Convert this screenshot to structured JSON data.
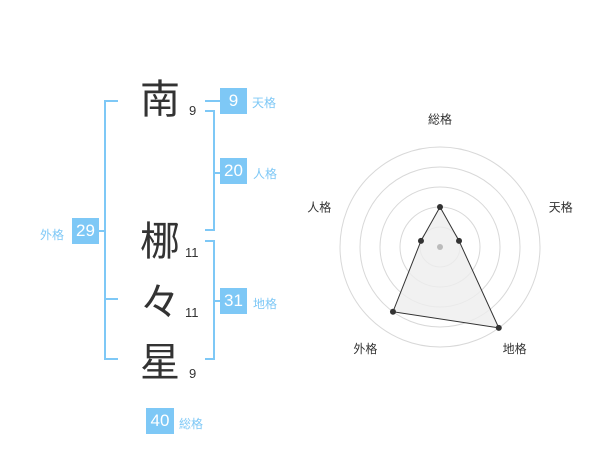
{
  "name": {
    "chars": [
      {
        "char": "南",
        "strokes": "9"
      },
      {
        "char": "梛",
        "strokes": "11"
      },
      {
        "char": "々",
        "strokes": "11"
      },
      {
        "char": "星",
        "strokes": "9"
      }
    ]
  },
  "fortune": {
    "tenkaku": {
      "value": "9",
      "label": "天格"
    },
    "jinkaku": {
      "value": "20",
      "label": "人格"
    },
    "chikaku": {
      "value": "31",
      "label": "地格"
    },
    "gaikaku": {
      "value": "29",
      "label": "外格"
    },
    "soukaku": {
      "value": "40",
      "label": "総格"
    }
  },
  "radar": {
    "axes": [
      "総格",
      "天格",
      "地格",
      "外格",
      "人格"
    ],
    "levels": 5,
    "values": [
      2,
      1,
      5,
      4,
      1
    ],
    "colors": {
      "ring": "#d8d8d8",
      "fill": "#eeeeee",
      "stroke": "#333333",
      "point": "#333333",
      "center": "#bbbbbb"
    }
  },
  "colors": {
    "accent": "#7ec8f6",
    "text": "#333333"
  }
}
